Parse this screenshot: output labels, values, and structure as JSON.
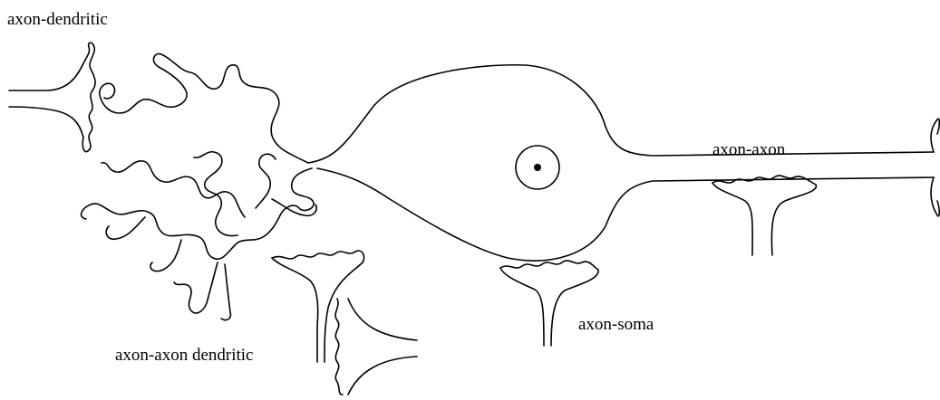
{
  "labels": {
    "axon_dendritic": "axon-dendritic",
    "axon_axon": "axon-axon",
    "axon_soma": "axon-soma",
    "axon_axon_dendritic": "axon-axon dendritic"
  },
  "colors": {
    "stroke": "#000000",
    "background": "#ffffff"
  }
}
